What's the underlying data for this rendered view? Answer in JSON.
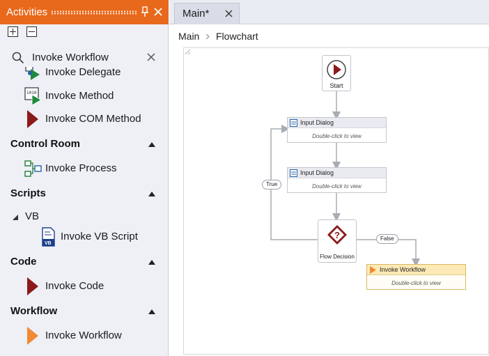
{
  "activities_panel": {
    "title": "Activities",
    "search": {
      "value": "Invoke Workflow"
    },
    "items_top": [
      {
        "label": "Invoke Delegate",
        "icon": "invoke-delegate-icon"
      },
      {
        "label": "Invoke Method",
        "icon": "invoke-method-icon"
      },
      {
        "label": "Invoke COM Method",
        "icon": "invoke-com-method-icon"
      }
    ],
    "categories": {
      "control_room": {
        "label": "Control Room",
        "items": [
          {
            "label": "Invoke Process",
            "icon": "invoke-process-icon"
          }
        ]
      },
      "scripts": {
        "label": "Scripts",
        "subcategory": "VB",
        "items": [
          {
            "label": "Invoke VB Script",
            "icon": "vb-script-icon"
          }
        ]
      },
      "code": {
        "label": "Code",
        "items": [
          {
            "label": "Invoke Code",
            "icon": "invoke-code-icon"
          }
        ]
      },
      "workflow": {
        "label": "Workflow",
        "items": [
          {
            "label": "Invoke Workflow",
            "icon": "invoke-workflow-icon"
          }
        ]
      }
    }
  },
  "designer": {
    "tab": {
      "label": "Main*"
    },
    "breadcrumb": [
      "Main",
      "Flowchart"
    ],
    "flowchart": {
      "start": {
        "label": "Start"
      },
      "activities": [
        {
          "title": "Input Dialog",
          "body": "Double-click to view"
        },
        {
          "title": "Input Dialog",
          "body": "Double-click to view"
        },
        {
          "title": "Invoke Workflow",
          "body": "Double-click to view",
          "selected": true
        }
      ],
      "decision": {
        "label": "Flow Decision"
      },
      "branch_labels": {
        "true": "True",
        "false": "False"
      }
    }
  },
  "colors": {
    "panel_header": "#e8691b",
    "dark_red_arrow": "#8b1a1a",
    "orange_arrow": "#f08a33",
    "selection": "#fde9b5"
  }
}
